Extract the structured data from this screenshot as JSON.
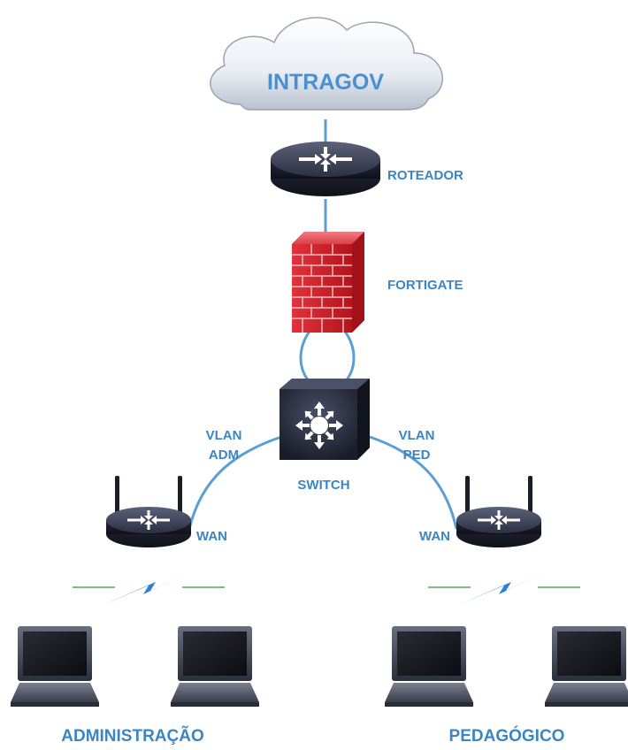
{
  "labels": {
    "cloud": "INTRAGOV",
    "router": "ROTEADOR",
    "firewall": "FORTIGATE",
    "switch": "SWITCH",
    "vlan_adm_line1": "VLAN",
    "vlan_adm_line2": "ADM",
    "vlan_ped_line1": "VLAN",
    "vlan_ped_line2": "PED",
    "wan_left": "WAN",
    "wan_right": "WAN",
    "group_left": "ADMINISTRAÇÃO",
    "group_right": "PEDAGÓGICO"
  },
  "colors": {
    "link_line": "#5a9fd4",
    "label_text": "#3a86c4",
    "firewall_red": "#d4202a",
    "device_dark": "#1f2233",
    "wireless_bolt": "#2f7fd0",
    "wireless_line": "#4caf50"
  },
  "icons": {
    "cloud": "cloud-icon",
    "router": "router-icon",
    "firewall": "firewall-icon",
    "switch": "layer3-switch-icon",
    "wireless_router": "wireless-router-icon",
    "laptop": "laptop-icon",
    "wireless_link": "lightning-bolt-icon"
  }
}
